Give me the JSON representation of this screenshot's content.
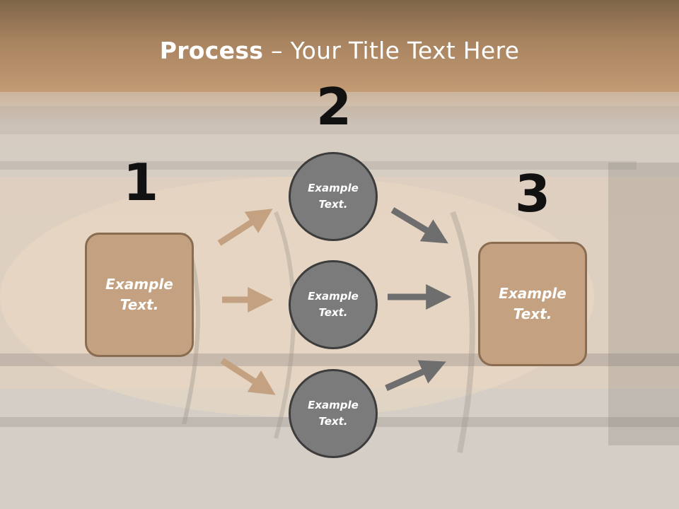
{
  "title": {
    "bold": "Process",
    "rest": " – Your Title Text Here"
  },
  "steps": {
    "one": {
      "number": "1",
      "text_line1": "Example",
      "text_line2": "Text."
    },
    "two": {
      "number": "2"
    },
    "three": {
      "number": "3",
      "text_line1": "Example",
      "text_line2": "Text."
    }
  },
  "circles": [
    {
      "text_line1": "Example",
      "text_line2": "Text."
    },
    {
      "text_line1": "Example",
      "text_line2": "Text."
    },
    {
      "text_line1": "Example",
      "text_line2": "Text."
    }
  ],
  "colors": {
    "box_fill": "#c4a281",
    "box_border": "#8a6c50",
    "circle_fill": "#7b7b7b",
    "circle_border": "#3d3d3d",
    "arrow_tan": "#c4a281",
    "arrow_gray": "#6e6e6e"
  }
}
